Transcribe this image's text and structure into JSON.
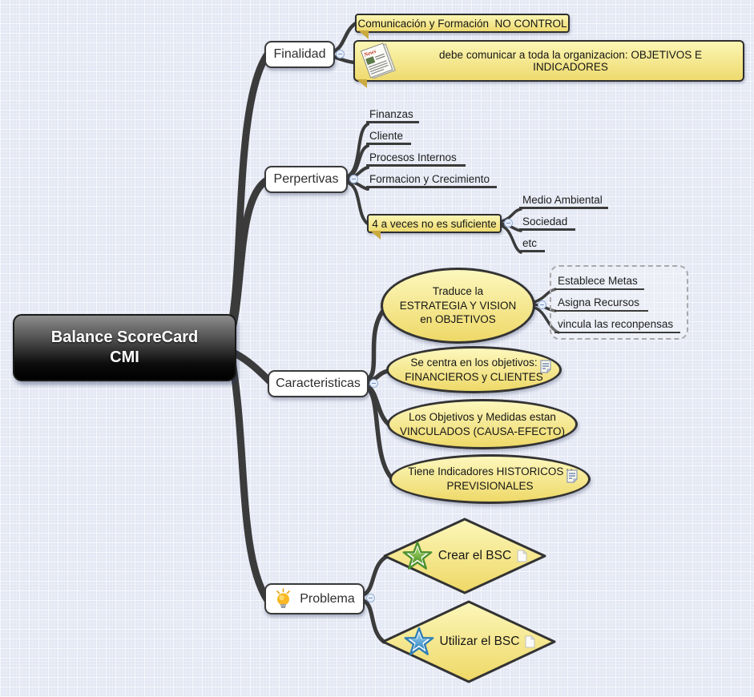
{
  "root": {
    "line1": "Balance ScoreCard",
    "line2": "CMI"
  },
  "branches": {
    "finalidad": {
      "label": "Finalidad"
    },
    "perpertivas": {
      "label": "Perpertivas"
    },
    "caracteristicas": {
      "label": "Caracteristicas"
    },
    "problema": {
      "label": "Problema"
    }
  },
  "finalidad_children": {
    "comunicacion": "Comunicación y Formación  NO CONTROL",
    "debe_comunicar": "debe comunicar a toda la organizacion: OBJETIVOS E INDICADORES"
  },
  "perpertivas_children": {
    "finanzas": "Finanzas",
    "cliente": "Cliente",
    "procesos": "Procesos Internos",
    "formacion": "Formacion y Crecimiento",
    "cuatro": "4 a veces no es suficiente",
    "medio": "Medio Ambiental",
    "sociedad": "Sociedad",
    "etc": "etc"
  },
  "caracteristicas_children": {
    "traduce_l1": "Traduce la",
    "traduce_l2": "ESTRATEGIA Y VISION",
    "traduce_l3": "en OBJETIVOS",
    "establece": "Establece Metas",
    "asigna": "Asigna Recursos",
    "vincula": "vincula las reconpensas",
    "secentra_l1": "Se centra en los objetivos:",
    "secentra_l2": "FINANCIEROS y CLIENTES",
    "vinculados_l1": "Los Objetivos y Medidas estan",
    "vinculados_l2": "VINCULADOS (CAUSA-EFECTO)",
    "indicadores_l1": "Tiene Indicadores HISTORICOS y",
    "indicadores_l2": "PREVISIONALES"
  },
  "problema_children": {
    "crear": "Crear el BSC",
    "utilizar": "Utilizar el BSC"
  },
  "icons": {
    "newspaper": "newspaper-icon",
    "newspaper_text": "News",
    "note": "note-icon",
    "lightbulb": "lightbulb-icon",
    "green_star": "green-star-icon",
    "blue_star": "blue-star-icon",
    "page": "page-icon",
    "collapse": "collapse-minus-icon"
  },
  "colors": {
    "background": "#e4e8f4",
    "branch": "#3b3b3b",
    "yellow_top": "#fbf6b4",
    "yellow_bottom": "#eeda6e",
    "node_border": "#3a3a3a",
    "root_text": "#ffffff",
    "collapse_fill": "#e7eefb",
    "collapse_border": "#92aed2"
  }
}
